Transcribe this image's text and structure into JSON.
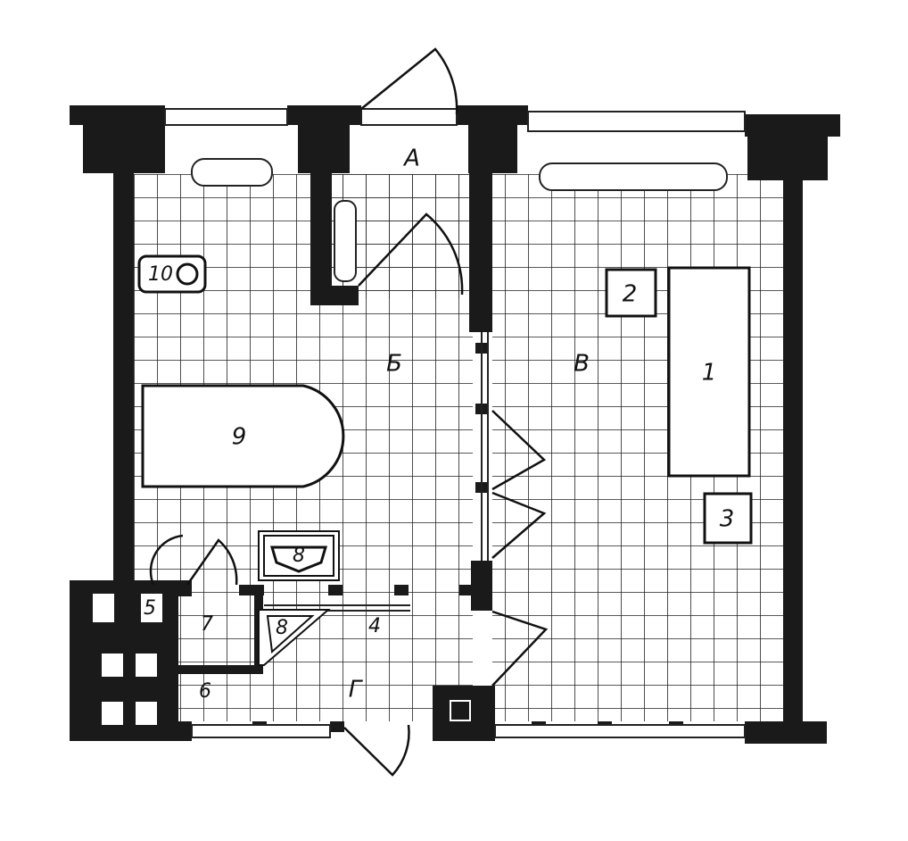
{
  "plan": {
    "rooms": {
      "a": "А",
      "b": "Б",
      "v": "В",
      "g": "Г"
    },
    "fixtures": {
      "f1": "1",
      "f2": "2",
      "f3": "3",
      "f4": "4",
      "f5": "5",
      "f6": "6",
      "f7": "7",
      "f8a": "8",
      "f8b": "8",
      "f9": "9",
      "f10": "10"
    },
    "colors": {
      "wall": "#1a1a1a",
      "grid": "#222222",
      "paper": "#ffffff"
    }
  }
}
